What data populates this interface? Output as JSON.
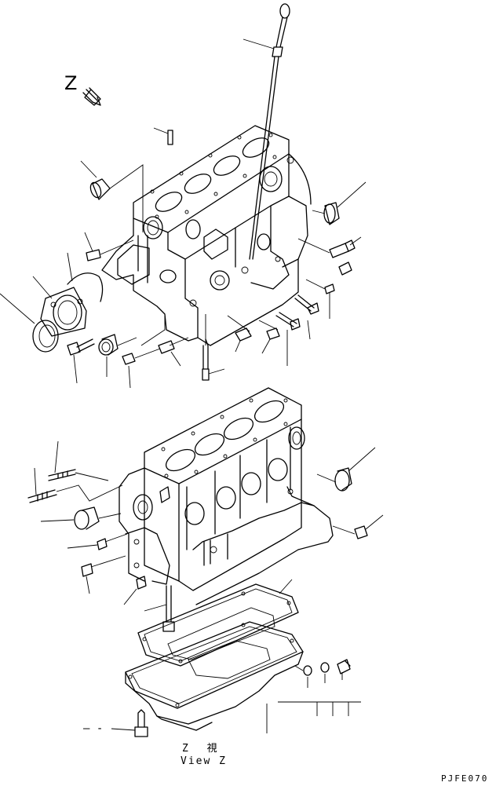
{
  "view_marker": {
    "letter": "Z"
  },
  "view_caption": {
    "kanji": "Z 視",
    "english": "View Z"
  },
  "drawing_code": "PJFE070"
}
